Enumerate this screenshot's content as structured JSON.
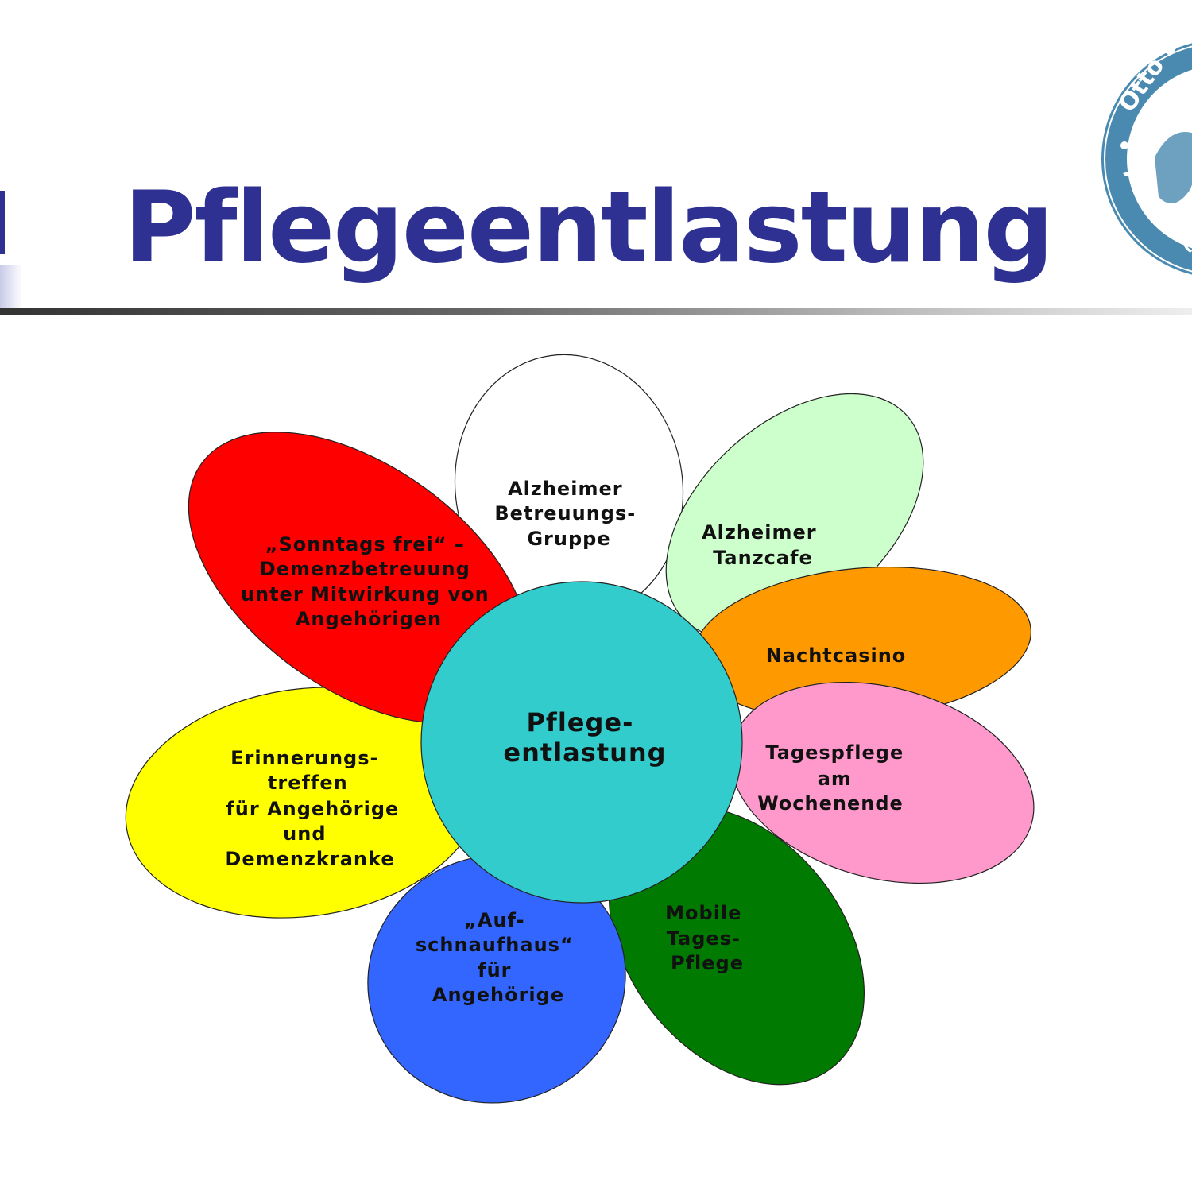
{
  "slide": {
    "title": "Pflegeentlastung",
    "logo_text": "Otto und ... Altersheims..."
  },
  "diagram": {
    "center": {
      "lines": [
        "Pflege-",
        "entlastung"
      ],
      "color": "#33cccc"
    },
    "petals": [
      {
        "id": "white",
        "color": "#ffffff",
        "lines": [
          "Alzheimer",
          "Betreuungs-",
          "Gruppe"
        ]
      },
      {
        "id": "lightgreen",
        "color": "#ccffcc",
        "lines": [
          "Alzheimer",
          "Tanzcafe"
        ]
      },
      {
        "id": "orange",
        "color": "#ff9900",
        "lines": [
          "Nachtcasino"
        ]
      },
      {
        "id": "pink",
        "color": "#ff99cc",
        "lines": [
          "Tagespflege",
          "am",
          "Wochenende"
        ]
      },
      {
        "id": "darkgreen",
        "color": "#007a00",
        "lines": [
          "Mobile",
          "Tages-",
          "Pflege"
        ]
      },
      {
        "id": "blue",
        "color": "#3366ff",
        "lines": [
          "„Auf-",
          "schnaufhaus“",
          "für",
          "Angehörige"
        ]
      },
      {
        "id": "yellow",
        "color": "#ffff00",
        "lines": [
          "Erinnerungs-",
          "treffen",
          "für Angehörige",
          "und",
          "Demenzkranke"
        ]
      },
      {
        "id": "red",
        "color": "#ff0000",
        "lines": [
          "„Sonntags frei“ –",
          "Demenzbetreuung",
          "unter Mitwirkung von",
          "Angehörigen"
        ]
      }
    ]
  }
}
